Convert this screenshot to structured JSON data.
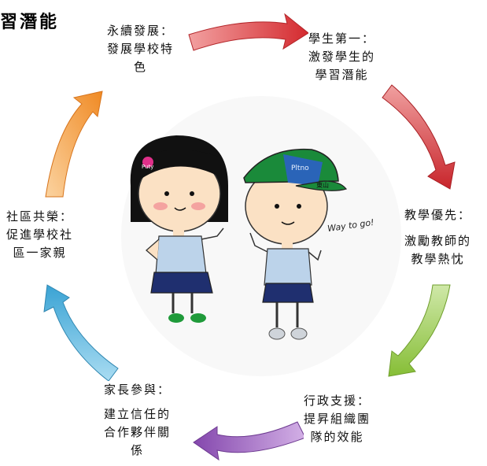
{
  "title": "習潛能",
  "stages": [
    {
      "id": "student-first",
      "heading": "學生第一：",
      "lines": [
        "激發學生的",
        "學習潛能"
      ],
      "arrow_color": "#d9353a"
    },
    {
      "id": "teaching-first",
      "heading": "教學優先：",
      "lines": [
        "激勵教師的",
        "教學熱忱"
      ],
      "arrow_color": "#c8252b"
    },
    {
      "id": "admin-support",
      "heading": "行政支援：",
      "lines": [
        "提昇組織團",
        "隊的效能"
      ],
      "arrow_color": "#8fc43f"
    },
    {
      "id": "parent-participation",
      "heading": "家長參與：",
      "lines": [
        "建立信任的",
        "合作夥伴關",
        "係"
      ],
      "arrow_color": "#8b4fb0"
    },
    {
      "id": "community-prosperity",
      "heading": "社區共榮：",
      "lines": [
        "促進學校社",
        "區一家親"
      ],
      "arrow_color": "#3fa7d6"
    },
    {
      "id": "sustainable-development",
      "heading": "永續發展：",
      "lines": [
        "發展學校特",
        "色"
      ],
      "arrow_color": "#f39a3c"
    }
  ],
  "illustration": {
    "caption": "Way to go!",
    "girl_tag": "Puty",
    "boy_cap_text": "Pltno",
    "cap_badge": "東山"
  }
}
